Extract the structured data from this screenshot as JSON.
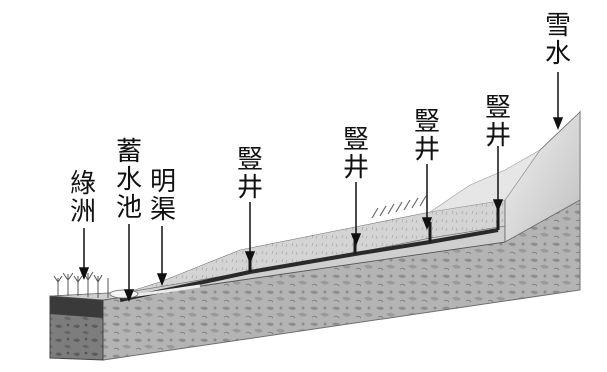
{
  "labels": {
    "snowmelt": "雪\n水",
    "well_4": "豎\n井",
    "well_3": "豎\n井",
    "well_2": "豎\n井",
    "well_1": "豎\n井",
    "open_canal": "明\n渠",
    "reservoir": "蓄\n水\n池",
    "oasis": "綠\n洲"
  },
  "colors": {
    "ground_top": "#d8d8d8",
    "rock_side": "#bdbdbd",
    "rock_front": "#a9a9a9",
    "channel": "#2a2a2a",
    "arrow": "#111111"
  }
}
